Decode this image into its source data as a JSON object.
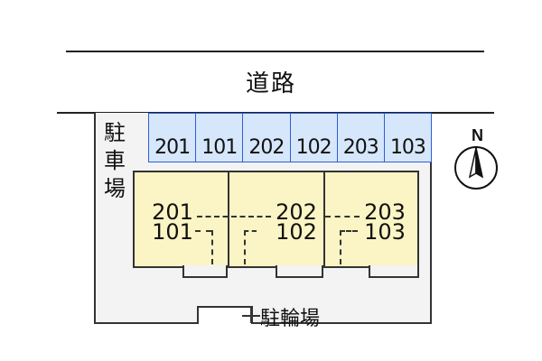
{
  "road": {
    "label": "道路"
  },
  "parking": {
    "vertical_label": [
      "駐",
      "車",
      "場"
    ],
    "spaces": [
      "201",
      "101",
      "202",
      "102",
      "203",
      "103"
    ]
  },
  "buildings": [
    {
      "upper": "201",
      "lower": "101"
    },
    {
      "upper": "202",
      "lower": "102"
    },
    {
      "upper": "203",
      "lower": "103"
    }
  ],
  "bicycle_parking": {
    "label": "駐輪場"
  },
  "compass": {
    "north_label": "N"
  },
  "colors": {
    "parking_fill": "#d6e6fb",
    "parking_border": "#2c5fd6",
    "building_fill": "#fbf4c4"
  }
}
